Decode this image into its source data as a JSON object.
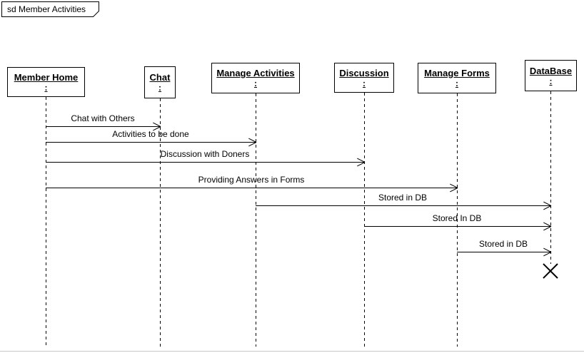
{
  "frame": {
    "label": "sd Member Activities"
  },
  "colors": {
    "line": "#000000",
    "background": "#ffffff"
  },
  "lifelines": [
    {
      "name": "Member Home",
      "selector": ":"
    },
    {
      "name": "Chat",
      "selector": ":"
    },
    {
      "name": "Manage Activities",
      "selector": ":"
    },
    {
      "name": "Discussion",
      "selector": ":"
    },
    {
      "name": "Manage Forms",
      "selector": ":"
    },
    {
      "name": "DataBase",
      "selector": ":",
      "destroyed": true
    }
  ],
  "messages": [
    {
      "label": "Chat with Others",
      "from": "Member Home",
      "to": "Chat"
    },
    {
      "label": "Activities to be done",
      "from": "Member Home",
      "to": "Manage Activities"
    },
    {
      "label": "Discussion with Doners",
      "from": "Member Home",
      "to": "Discussion"
    },
    {
      "label": "Providing Answers in Forms",
      "from": "Member Home",
      "to": "Manage Forms"
    },
    {
      "label": "Stored in DB",
      "from": "Manage Activities",
      "to": "DataBase"
    },
    {
      "label": "Stored In DB",
      "from": "Discussion",
      "to": "DataBase"
    },
    {
      "label": "Stored in DB",
      "from": "Manage Forms",
      "to": "DataBase"
    }
  ]
}
